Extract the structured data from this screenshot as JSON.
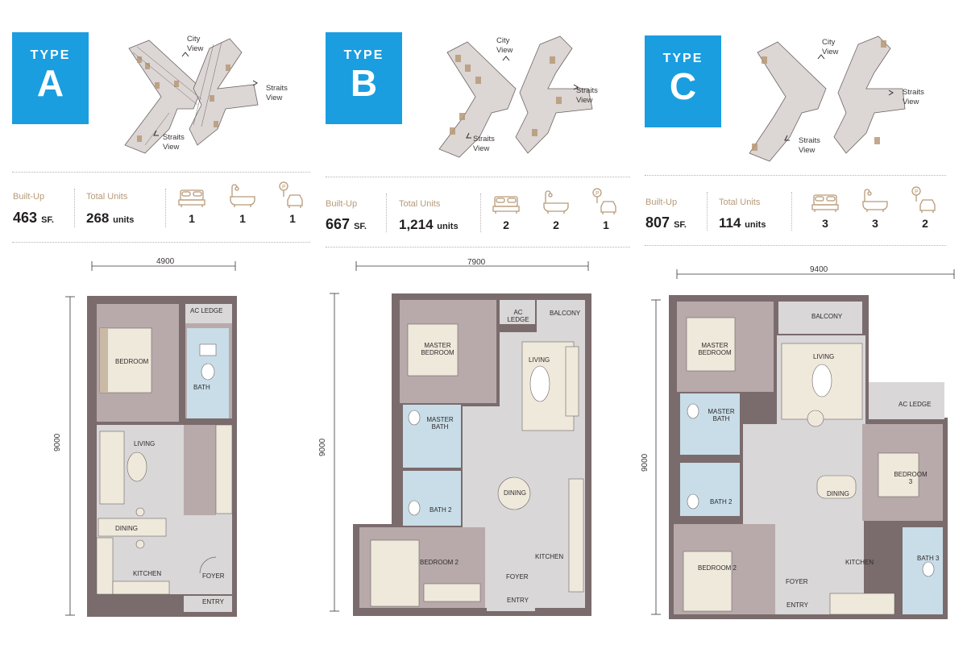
{
  "types": [
    {
      "type_word": "TYPE",
      "letter": "A",
      "views": [
        "City View",
        "Straits View",
        "Straits View"
      ],
      "built_up_label": "Built-Up",
      "built_up_value": "463",
      "built_up_unit": "SF.",
      "total_units_label": "Total Units",
      "total_units_value": "268",
      "total_units_unit": "units",
      "bedrooms": "1",
      "bathrooms": "1",
      "parking": "1",
      "width_dim": "4900",
      "height_dim": "9000",
      "rooms": [
        "AC LEDGE",
        "BEDROOM",
        "BATH",
        "LIVING",
        "DINING",
        "KITCHEN",
        "FOYER",
        "ENTRY"
      ]
    },
    {
      "type_word": "TYPE",
      "letter": "B",
      "views": [
        "City View",
        "Straits View",
        "Straits View"
      ],
      "built_up_label": "Built-Up",
      "built_up_value": "667",
      "built_up_unit": "SF.",
      "total_units_label": "Total Units",
      "total_units_value": "1,214",
      "total_units_unit": "units",
      "bedrooms": "2",
      "bathrooms": "2",
      "parking": "1",
      "width_dim": "7900",
      "height_dim": "9000",
      "rooms": [
        "AC LEDGE",
        "BALCONY",
        "MASTER BEDROOM",
        "LIVING",
        "MASTER BATH",
        "BATH 2",
        "DINING",
        "BEDROOM 2",
        "KITCHEN",
        "FOYER",
        "ENTRY"
      ]
    },
    {
      "type_word": "TYPE",
      "letter": "C",
      "views": [
        "City View",
        "Straits View",
        "Straits View"
      ],
      "built_up_label": "Built-Up",
      "built_up_value": "807",
      "built_up_unit": "SF.",
      "total_units_label": "Total Units",
      "total_units_value": "114",
      "total_units_unit": "units",
      "bedrooms": "3",
      "bathrooms": "3",
      "parking": "2",
      "width_dim": "9400",
      "height_dim": "9000",
      "rooms": [
        "BALCONY",
        "MASTER BEDROOM",
        "LIVING",
        "AC LEDGE",
        "MASTER BATH",
        "BEDROOM 3",
        "DINING",
        "BATH 2",
        "BEDROOM 2",
        "KITCHEN",
        "BATH 3",
        "FOYER",
        "ENTRY"
      ]
    }
  ],
  "colors": {
    "badge": "#1a9ee0",
    "wall": "#7a6b6d",
    "room_mauve": "#b8aaab",
    "room_grey": "#d9d7d7",
    "bath_blue": "#c8dde8",
    "furniture": "#efe9dc",
    "label_gold": "#b79a78"
  }
}
